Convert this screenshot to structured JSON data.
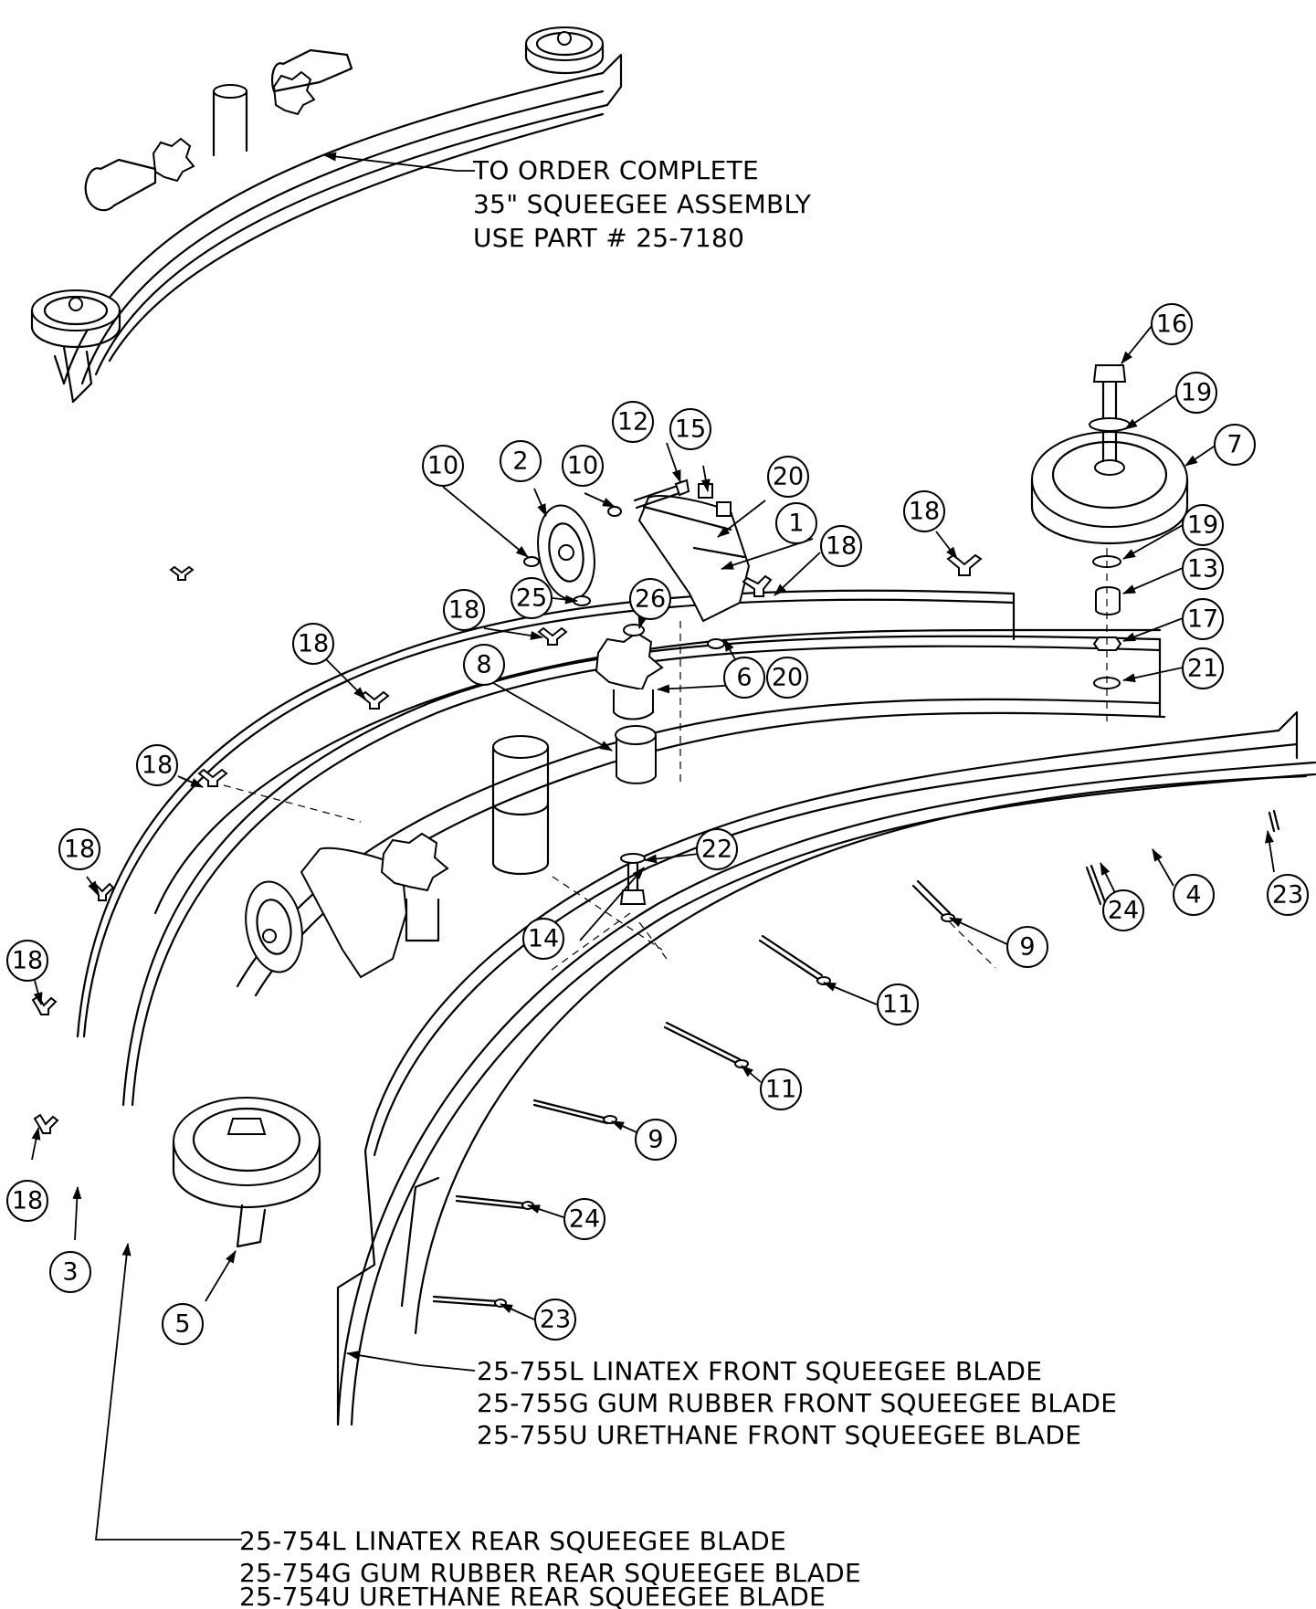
{
  "callouts": [
    "1",
    "2",
    "3",
    "4",
    "5",
    "6",
    "7",
    "8",
    "9",
    "10",
    "11",
    "12",
    "13",
    "14",
    "15",
    "16",
    "17",
    "18",
    "19",
    "20",
    "21",
    "22",
    "23",
    "24",
    "25",
    "26"
  ],
  "notes": {
    "complete_assembly": [
      "TO ORDER COMPLETE",
      "35\" SQUEEGEE ASSEMBLY",
      "USE PART # 25-7180"
    ],
    "front_blade": [
      "25-755L LINATEX FRONT SQUEEGEE BLADE",
      "25-755G GUM RUBBER FRONT SQUEEGEE BLADE",
      "25-755U URETHANE FRONT SQUEEGEE BLADE"
    ],
    "rear_blade": [
      "25-754L LINATEX REAR SQUEEGEE BLADE",
      "25-754G GUM RUBBER REAR SQUEEGEE BLADE",
      "25-754U URETHANE REAR SQUEEGEE BLADE"
    ]
  }
}
